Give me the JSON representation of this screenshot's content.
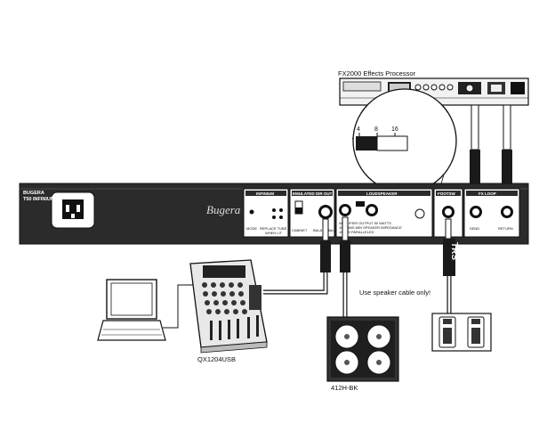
{
  "fx_processor": {
    "label": "FX2000 Effects Processor"
  },
  "amp": {
    "brand_line1": "BUGERA",
    "brand_line2": "T50 INFINIUM",
    "logo": "Bugera",
    "sections": {
      "infinium": {
        "title": "INFINIUM",
        "mode_label": "MODE",
        "replace_label": "REPLACE TUBE",
        "when_lit": "WHEN LIT"
      },
      "emulated": {
        "title": "EMULATED DIR OUT",
        "sub_left": "CABINET",
        "sub_right": "BALANCE",
        "sub_end": "BAL"
      },
      "loudspeaker": {
        "title": "LOUDSPEAKER",
        "line1": "AMPLIFIER OUTPUT 50 WATTS",
        "line2": "16 OHMS MIN SPEAKER IMPEDANCE",
        "line3": "JACKS PARALLELED"
      },
      "footsw": {
        "title": "FOOTSW"
      },
      "fx_loop": {
        "title": "FX LOOP",
        "send": "SEND",
        "return": "RETURN"
      }
    }
  },
  "impedance_zoom": {
    "values": [
      "4",
      "8",
      "16"
    ]
  },
  "mixer": {
    "label": "QX1204USB"
  },
  "cabinet": {
    "label": "412H-BK"
  },
  "notes": {
    "speaker_cable": "Use speaker cable only!",
    "trs": "TRS"
  }
}
